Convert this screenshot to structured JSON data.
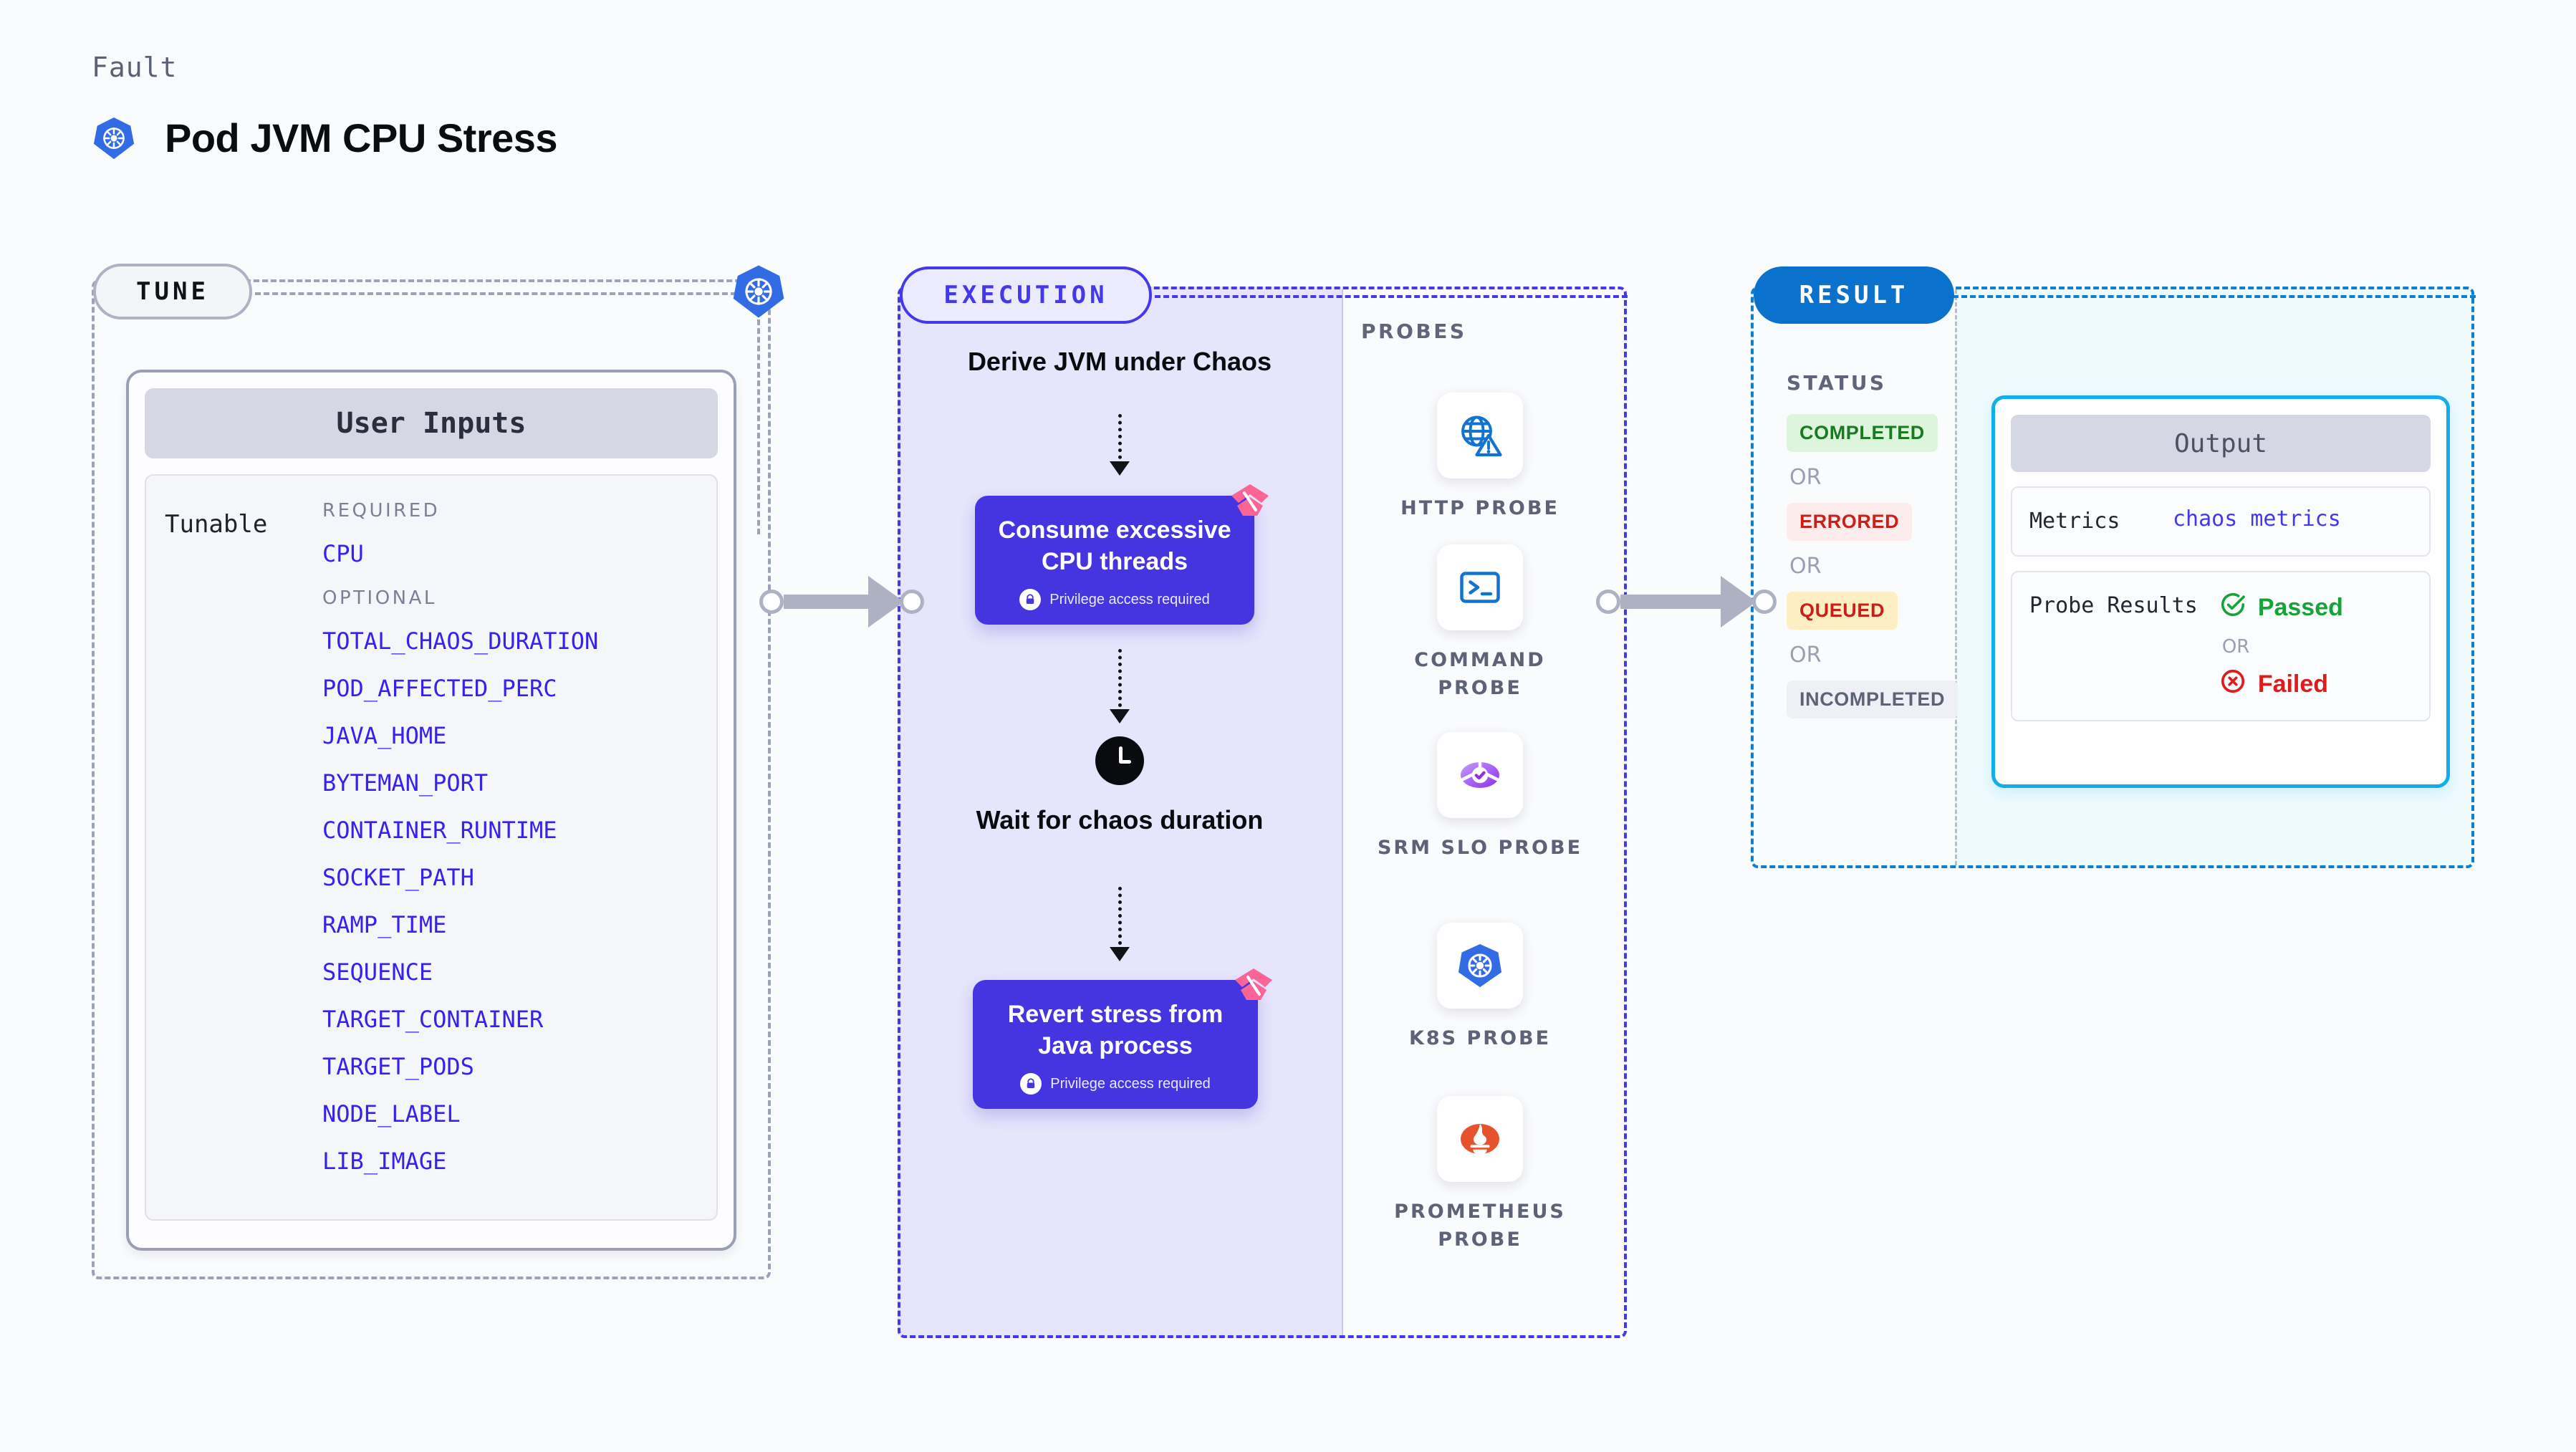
{
  "header": {
    "eyebrow": "Fault",
    "title": "Pod JVM CPU Stress",
    "icon": "kubernetes-icon"
  },
  "stages": {
    "tune": "TUNE",
    "execution": "EXECUTION",
    "result": "RESULT"
  },
  "tune": {
    "card_title": "User Inputs",
    "tunable_label": "Tunable",
    "required_label": "REQUIRED",
    "optional_label": "OPTIONAL",
    "required": [
      "CPU"
    ],
    "optional": [
      "TOTAL_CHAOS_DURATION",
      "POD_AFFECTED_PERC",
      "JAVA_HOME",
      "BYTEMAN_PORT",
      "CONTAINER_RUNTIME",
      "SOCKET_PATH",
      "RAMP_TIME",
      "SEQUENCE",
      "TARGET_CONTAINER",
      "TARGET_PODS",
      "NODE_LABEL",
      "LIB_IMAGE"
    ]
  },
  "execution": {
    "step_derive": "Derive JVM under Chaos",
    "node_stress": {
      "title": "Consume excessive CPU threads",
      "note": "Privilege access required",
      "icon": "litmus-icon",
      "lock_icon": "lock-icon"
    },
    "step_wait": "Wait for chaos duration",
    "clock_icon": "clock-icon",
    "node_revert": {
      "title": "Revert stress from Java process",
      "note": "Privilege access required",
      "icon": "litmus-icon",
      "lock_icon": "lock-icon"
    }
  },
  "probes": {
    "title": "PROBES",
    "items": [
      {
        "name": "HTTP PROBE",
        "icon": "globe-warning-icon"
      },
      {
        "name": "COMMAND PROBE",
        "icon": "terminal-icon"
      },
      {
        "name": "SRM SLO PROBE",
        "icon": "slo-check-icon"
      },
      {
        "name": "K8S PROBE",
        "icon": "kubernetes-icon"
      },
      {
        "name": "PROMETHEUS PROBE",
        "icon": "prometheus-icon"
      }
    ]
  },
  "result": {
    "status_title": "STATUS",
    "or_label": "OR",
    "statuses": [
      {
        "label": "COMPLETED",
        "bg": "#ddf5dd",
        "fg": "#1a7a22"
      },
      {
        "label": "ERRORED",
        "bg": "#fdecec",
        "fg": "#c8201b"
      },
      {
        "label": "QUEUED",
        "bg": "#fdeec3",
        "fg": "#c8201b"
      },
      {
        "label": "INCOMPLETED",
        "bg": "#eff0f5",
        "fg": "#5d6276"
      }
    ],
    "output": {
      "title": "Output",
      "metrics_key": "Metrics",
      "metrics_value": "chaos metrics",
      "probe_results_key": "Probe Results",
      "passed": "Passed",
      "failed": "Failed",
      "or_label": "OR",
      "pass_icon": "check-circle-icon",
      "fail_icon": "x-circle-icon"
    }
  },
  "colors": {
    "brand_purple": "#4338ea",
    "node_purple": "#4535e0",
    "result_blue": "#0a72cc",
    "output_cyan": "#12aeeb",
    "k8s_blue": "#326ce5",
    "litmus_pink": "#fa6596",
    "link_blue": "#3621f0"
  }
}
